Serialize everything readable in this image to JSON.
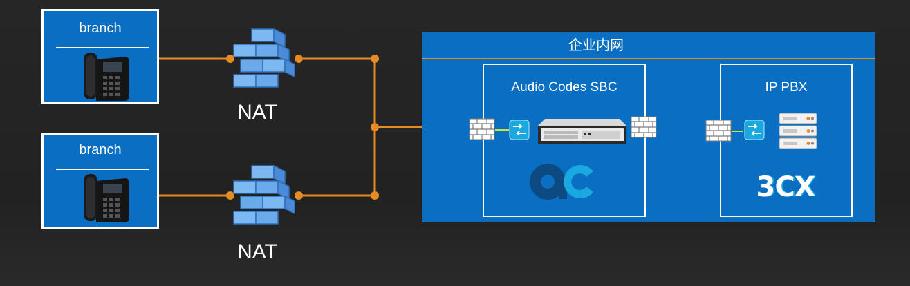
{
  "branches": [
    {
      "label": "branch"
    },
    {
      "label": "branch"
    }
  ],
  "nat": [
    {
      "label": "NAT"
    },
    {
      "label": "NAT"
    }
  ],
  "intranet": {
    "title": "企业内网",
    "sbc": {
      "title": "Audio Codes  SBC",
      "logo": "audiocodes-logo"
    },
    "pbx": {
      "title": "IP PBX",
      "logo_text": "3CX"
    }
  },
  "colors": {
    "link": "#e58a24",
    "panel": "#0a6fc2",
    "background": "#232323",
    "firewall": "#5aa0e6"
  }
}
